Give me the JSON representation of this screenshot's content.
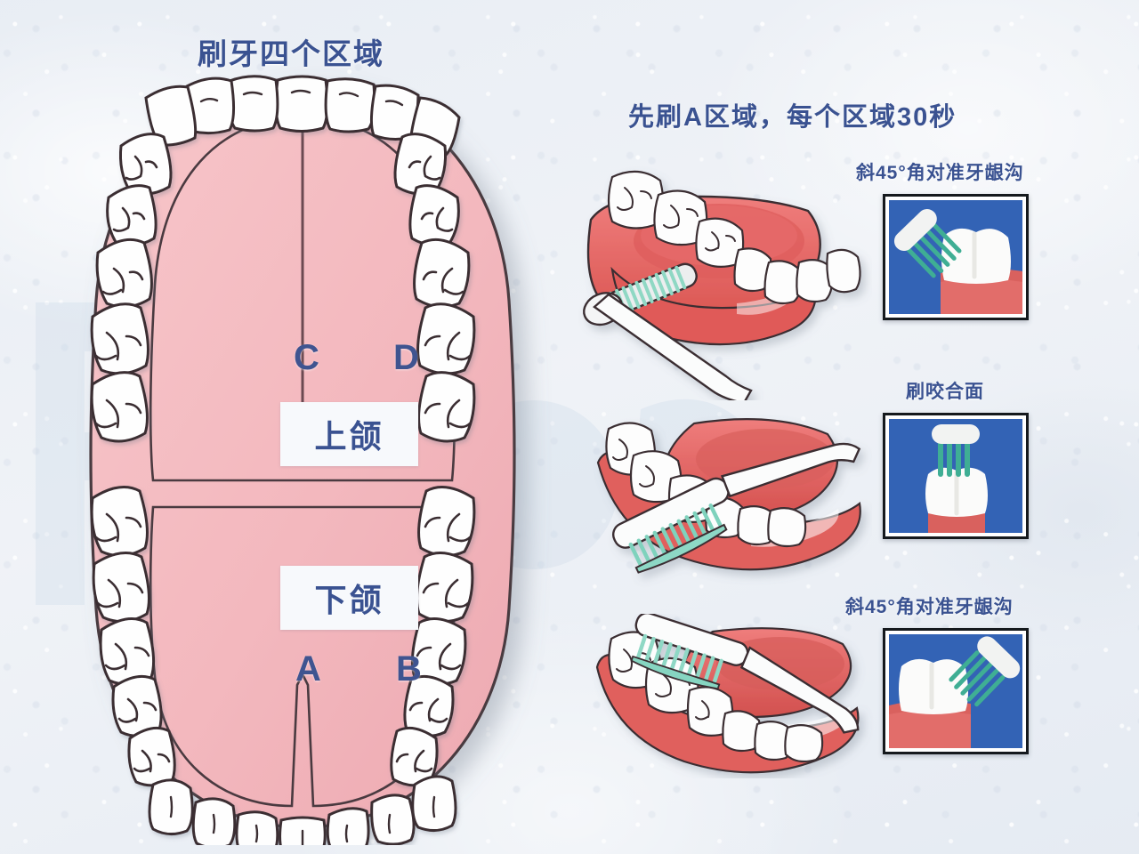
{
  "page": {
    "main_title": "刷牙四个区域",
    "right_title": "先刷A区域，每个区域30秒"
  },
  "arch_diagram": {
    "zones": [
      {
        "id": "C",
        "label": "C",
        "jaw": "upper",
        "side": "left"
      },
      {
        "id": "D",
        "label": "D",
        "jaw": "upper",
        "side": "right"
      },
      {
        "id": "A",
        "label": "A",
        "jaw": "lower",
        "side": "left"
      },
      {
        "id": "B",
        "label": "B",
        "jaw": "lower",
        "side": "right"
      }
    ],
    "jaw_labels": {
      "upper": "上颌",
      "lower": "下颌"
    }
  },
  "steps": [
    {
      "index": 1,
      "caption": "斜45°角对准牙龈沟",
      "illustration": "upper-jaw-brush-angled-at-gumline",
      "inset": "tooth-gum-brush-45-degree-left"
    },
    {
      "index": 2,
      "caption": "刷咬合面",
      "illustration": "jaw-brush-horizontal-on-occlusal-surface",
      "inset": "tooth-brush-vertical-on-occlusal-surface"
    },
    {
      "index": 3,
      "caption": "斜45°角对准牙龈沟",
      "illustration": "lower-jaw-brush-angled-at-gumline",
      "inset": "tooth-gum-brush-45-degree-right"
    }
  ],
  "colors": {
    "text_blue": "#3a5291",
    "zone_letter_blue": "#3f5490",
    "gum_pink": "#f5bfc4",
    "gum_red": "#e8656a",
    "tooth_white": "#ffffff",
    "outline_dark": "#3a2d33",
    "bristle_teal": "#7fd2bd",
    "inset_background_blue": "#2e5fb0",
    "page_background": "#edf0f5",
    "label_box": "#f7f9fc"
  }
}
